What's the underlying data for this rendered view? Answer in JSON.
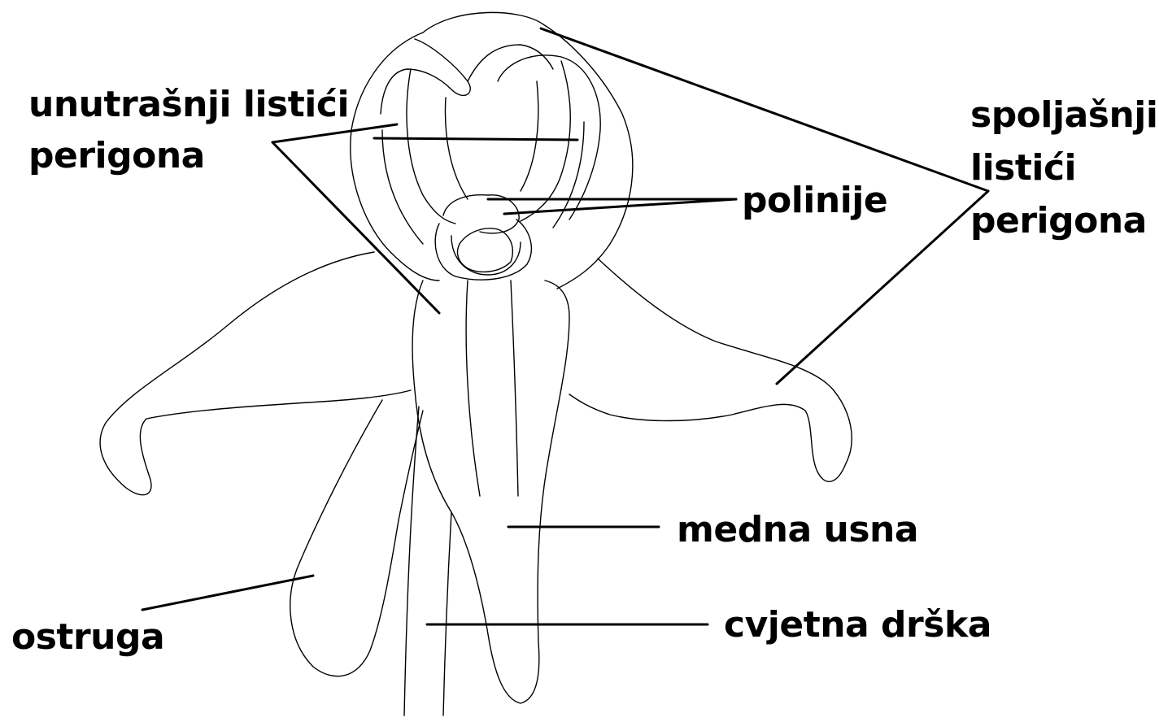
{
  "labels": {
    "inner_tepals_line1": "unutrašnji listići",
    "inner_tepals_line2": "perigona",
    "outer_tepals_line1": "spoljašnji",
    "outer_tepals_line2": "listići",
    "outer_tepals_line3": "perigona",
    "pollinia": "polinije",
    "lip": "medna usna",
    "spur": "ostruga",
    "pedicel": "cvjetna drška"
  },
  "colors": {
    "ink": "#000000",
    "background": "#ffffff"
  }
}
